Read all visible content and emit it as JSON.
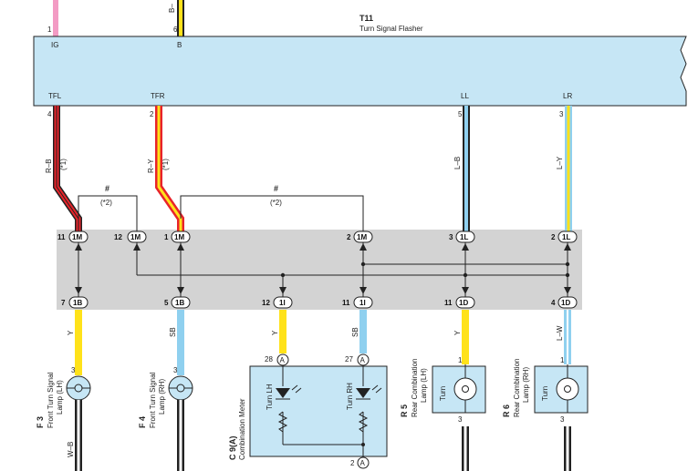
{
  "flasher": {
    "id": "T11",
    "name": "Turn Signal Flasher",
    "pins_top": [
      {
        "num": "1",
        "name": "IG"
      },
      {
        "num": "6",
        "name": "B"
      }
    ],
    "pins_bottom": [
      {
        "num": "4",
        "name": "TFL",
        "wire": "R–B",
        "note": "(*1)"
      },
      {
        "num": "2",
        "name": "TFR",
        "wire": "R–Y",
        "note": "(*1)"
      },
      {
        "num": "5",
        "name": "LL",
        "wire": "L–B"
      },
      {
        "num": "3",
        "name": "LR",
        "wire": "L–Y"
      }
    ],
    "top_wire_label": "B–"
  },
  "jumpers": [
    {
      "mark": "#",
      "note": "(*2)"
    },
    {
      "mark": "#",
      "note": "(*2)"
    }
  ],
  "junction_top": [
    {
      "pin": "11",
      "conn": "1M"
    },
    {
      "pin": "12",
      "conn": "1M"
    },
    {
      "pin": "1",
      "conn": "1M"
    },
    {
      "pin": "2",
      "conn": "1M"
    },
    {
      "pin": "3",
      "conn": "1L"
    },
    {
      "pin": "2",
      "conn": "1L"
    }
  ],
  "junction_bottom": [
    {
      "pin": "7",
      "conn": "1B",
      "wire": "Y"
    },
    {
      "pin": "5",
      "conn": "1B",
      "wire": "SB"
    },
    {
      "pin": "12",
      "conn": "1I",
      "wire": "Y"
    },
    {
      "pin": "11",
      "conn": "1I",
      "wire": "SB"
    },
    {
      "pin": "11",
      "conn": "1D",
      "wire": "Y"
    },
    {
      "pin": "4",
      "conn": "1D",
      "wire": "L–W"
    }
  ],
  "lamps": [
    {
      "id": "F 3",
      "line1": "Front Turn Signal",
      "line2": "Lamp (LH)",
      "pin_in": "3",
      "ground_wire": "W–B"
    },
    {
      "id": "F 4",
      "line1": "Front Turn Signal",
      "line2": "Lamp (RH)",
      "pin_in": "3"
    },
    {
      "id": "R 5",
      "line1": "Rear Combination",
      "line2": "Lamp (LH)",
      "pin_in": "1",
      "pin_out": "3",
      "label": "Turn"
    },
    {
      "id": "R 6",
      "line1": "Rear Combination",
      "line2": "Lamp (RH)",
      "pin_in": "1",
      "pin_out": "3",
      "label": "Turn"
    }
  ],
  "meter": {
    "id": "C 9(A)",
    "name": "Combination Meter",
    "pin_lh": "28",
    "pin_rh": "27",
    "pin_gnd": "2",
    "conn": "A",
    "label_lh": "Turn LH",
    "label_rh": "Turn RH"
  },
  "colors": {
    "panel": "#c6e6f5",
    "junction_band": "#d3d3d3",
    "pink": "#f39bc4",
    "yellow": "#ffe21a",
    "red": "#e8232a",
    "orange_wire": "#f6a01a",
    "blue_wire": "#8fd0ef",
    "lamp_box": "#c6e6f5"
  }
}
